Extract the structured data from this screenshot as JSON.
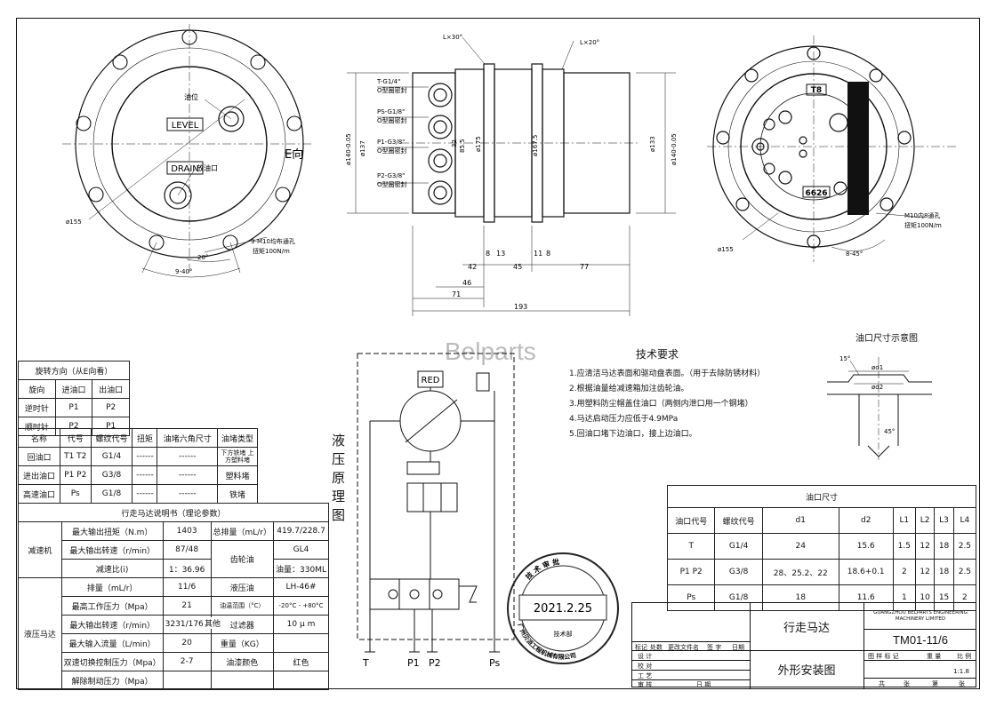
{
  "watermark": "Belparts",
  "front_view": {
    "labels": {
      "oil_level": "油位",
      "level": "LEVEL",
      "drain": "DRAIN",
      "drain_port": "放油口",
      "dia": "ø155",
      "e_dir": "E向",
      "holes": "9-M10均布通孔",
      "torque": "扭矩100N/m",
      "ang20": "20°",
      "ang9x40": "9-40°"
    }
  },
  "side_view": {
    "labels": {
      "l30": "L×30°",
      "l20": "L×20°",
      "p_t": "T-G1/4\"",
      "p_t_seal": "O型圈密封",
      "p_ps": "PS-G1/8\"",
      "p_ps_seal": "O型圈密封",
      "p_p1": "P1-G3/8\"",
      "p_p1_seal": "O型圈密封",
      "p_p2": "P2-G3/8\"",
      "p_p2_seal": "O型圈密封",
      "d_left": "ø140-0.05",
      "d_137": "ø137",
      "d_175": "ø175",
      "d_1675": "ø167.5",
      "d_133": "ø133",
      "d_right": "ø140-0.05",
      "d_855": "85.5",
      "d_32": "32",
      "dim_42": "42",
      "dim_8": "8",
      "dim_13": "13",
      "dim_45": "45",
      "dim_11": "11",
      "dim_8b": "8",
      "dim_77": "77",
      "dim_46": "46",
      "dim_71": "71",
      "dim_193": "193"
    }
  },
  "rear_view": {
    "labels": {
      "m10": "M10内8通孔",
      "torque": "扭矩100N/m",
      "dia": "ø155",
      "ang": "8-45°",
      "tag1": "T8",
      "tag2": "6626"
    }
  },
  "rotation_table": {
    "title": "旋转方向（从E向看）",
    "header": [
      "旋向",
      "进油口",
      "出油口"
    ],
    "rows": [
      [
        "逆时针",
        "P1",
        "P2"
      ],
      [
        "顺时针",
        "P2",
        "P1"
      ]
    ]
  },
  "port_table": {
    "header": [
      "名称",
      "代号",
      "螺纹代号",
      "扭矩",
      "油堵六角尺寸",
      "油堵类型"
    ],
    "rows": [
      [
        "回油口",
        "T1  T2",
        "G1/4",
        "------",
        "------",
        "下方铁堵 上方塑料堵"
      ],
      [
        "进出油口",
        "P1  P2",
        "G3/8",
        "------",
        "------",
        "塑料堵"
      ],
      [
        "高速油口",
        "Ps",
        "G1/8",
        "------",
        "------",
        "铁堵"
      ]
    ]
  },
  "spec_table": {
    "title": "行走马达说明书（理论参数）",
    "reducer": "减速机",
    "reducer_rows": [
      {
        "k": "最大输出扭矩（N.m）",
        "v": "1403"
      },
      {
        "k": "最大输出转速（r/min）",
        "v": "87/48"
      },
      {
        "k": "减速比(i)",
        "v": "1：36.96"
      }
    ],
    "reducer_side": [
      {
        "k": "总排量（mL/r）",
        "v": "419.7/228.7"
      }
    ],
    "gear_oil": "齿轮油",
    "gear_oil_v": "GL4",
    "gear_oil_qty": "油量：330ML",
    "motor": "液压马达",
    "motor_rows": [
      {
        "k": "排量（mL/r）",
        "v": "11/6"
      },
      {
        "k": "最高工作压力（Mpa）",
        "v": "21"
      },
      {
        "k": "最大输出转速（r/min）",
        "v": "3231/1761"
      },
      {
        "k": "最大输入流量（L/min）",
        "v": "20"
      },
      {
        "k": "双速切换控制压力（Mpa）",
        "v": "2-7"
      },
      {
        "k": "解除制动压力（Mpa）",
        "v": ""
      }
    ],
    "other": "其他",
    "other_rows": [
      {
        "k": "液压油",
        "v": "LH-46#"
      },
      {
        "k": "油温范围（°C）",
        "v": "-20°C - +80°C"
      },
      {
        "k": "过滤器",
        "v": "10 μ m"
      },
      {
        "k": "重量（KG）",
        "v": ""
      },
      {
        "k": "油漆颜色",
        "v": "红色"
      }
    ]
  },
  "hydraulic": {
    "title": "液压原理图",
    "red": "RED",
    "ports": [
      "T",
      "P1",
      "P2",
      "Ps"
    ]
  },
  "requirements": {
    "title": "技术要求",
    "items": [
      "1.应清洁马达表面和驱动盘表面。（用于去除防锈材料）",
      "2.根据油量给减速箱加注齿轮油。",
      "3.用塑料防尘帽盖住油口（两侧内泄口用一个钢堵）",
      "4.马达启动压力应低于4.9MPa",
      "5.回油口堵下边油口，接上边油口。"
    ]
  },
  "port_sketch": {
    "title": "油口尺寸示意图",
    "l15": "15°",
    "d1": "ød1",
    "d2": "ød2",
    "l45": "45°"
  },
  "port_dims": {
    "title": "油口尺寸",
    "header": [
      "油口代号",
      "螺纹代号",
      "d1",
      "d2",
      "L1",
      "L2",
      "L3",
      "L4"
    ],
    "rows": [
      [
        "T",
        "G1/4",
        "24",
        "15.6",
        "1.5",
        "12",
        "18",
        "2.5"
      ],
      [
        "P1  P2",
        "G3/8",
        "28、25.2、22",
        "18.6+0.1",
        "2",
        "12",
        "18",
        "2.5"
      ],
      [
        "Ps",
        "G1/8",
        "18",
        "11.6",
        "1",
        "10",
        "15",
        "2"
      ]
    ]
  },
  "stamp": {
    "date": "2021.2.25",
    "ring_top": "技 术 审 批",
    "ring_bottom": "广州贝派工程机械有限公司",
    "center": "技术部"
  },
  "title_block": {
    "product": "行走马达",
    "drawing_name": "外形安装图",
    "company_en": "GUANGZHOU BELPARTS ENGINEERING MACHINERY LIMITED",
    "drawing_no": "TM01-11/6",
    "rev_header": [
      "标记",
      "处数",
      "更改文件名",
      "签 字",
      "日期"
    ],
    "roles": [
      "设 计",
      "校 对",
      "工 艺",
      "审 核"
    ],
    "date_label": "日 期",
    "stage_header": [
      "图 样 标 记",
      "重 量",
      "比 例"
    ],
    "scale": "1:1.8",
    "sheet": [
      "共",
      "张",
      "第",
      "张"
    ]
  }
}
